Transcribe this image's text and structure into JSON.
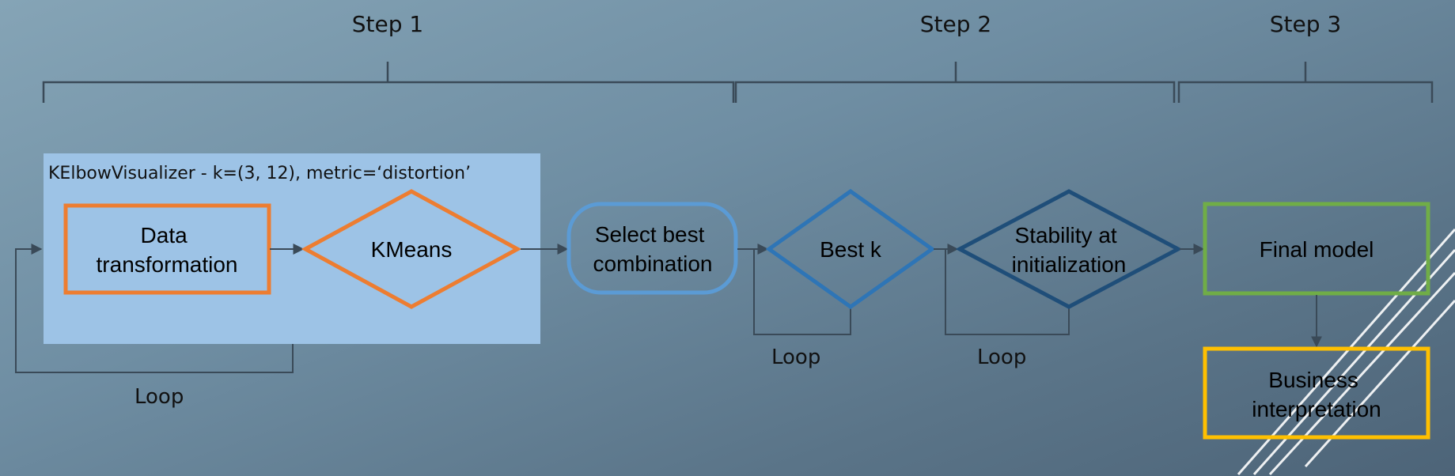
{
  "steps": {
    "step1": "Step 1",
    "step2": "Step 2",
    "step3": "Step 3"
  },
  "panel": {
    "title": "KElbowVisualizer - k=(3, 12), metric=‘distortion’"
  },
  "nodes": {
    "data_transformation": [
      "Data",
      "transformation"
    ],
    "kmeans": "KMeans",
    "select_best": [
      "Select best",
      "combination"
    ],
    "best_k": "Best k",
    "stability": [
      "Stability at",
      "initialization"
    ],
    "final_model": "Final model",
    "business": [
      "Business",
      "interpretation"
    ]
  },
  "loops": {
    "loop1": "Loop",
    "loop2": "Loop",
    "loop3": "Loop"
  },
  "colors": {
    "orange": "#ed7d31",
    "light_blue": "#5b9bd5",
    "blue": "#2e75b6",
    "dark_blue": "#1f4e79",
    "green": "#70ad47",
    "yellow": "#ffc000",
    "panel_fill": "#9dc3e6",
    "line": "#3a4a58"
  }
}
